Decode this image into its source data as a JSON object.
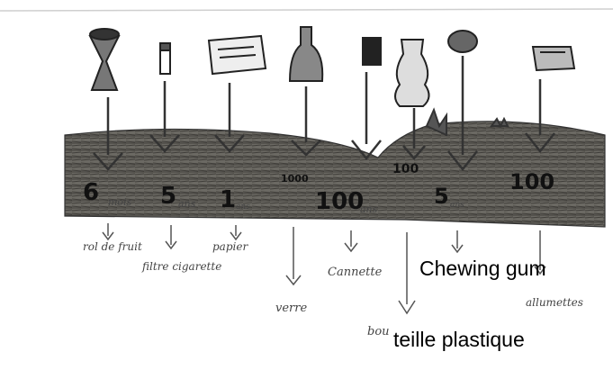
{
  "overlay_labels": {
    "chewing_gum": "Chewing gum",
    "bouteille_plastique": "teille plastique"
  },
  "durations": [
    {
      "number": "6",
      "unit": "mois"
    },
    {
      "number": "5",
      "unit": "ans"
    },
    {
      "number": "1",
      "unit": "ans"
    },
    {
      "number": "1000",
      "unit": ""
    },
    {
      "number": "100",
      "unit": "ans"
    },
    {
      "number": "100",
      "unit": ""
    },
    {
      "number": "5",
      "unit": "ans"
    },
    {
      "number": "100",
      "unit": ""
    }
  ],
  "handwritten_labels": [
    "rol de fruit",
    "filtre cigarette",
    "papier",
    "verre",
    "Cannette",
    "bou",
    "allumettes"
  ],
  "colors": {
    "ground": "#5c5a55",
    "ink": "#222222",
    "paper": "#ffffff"
  }
}
